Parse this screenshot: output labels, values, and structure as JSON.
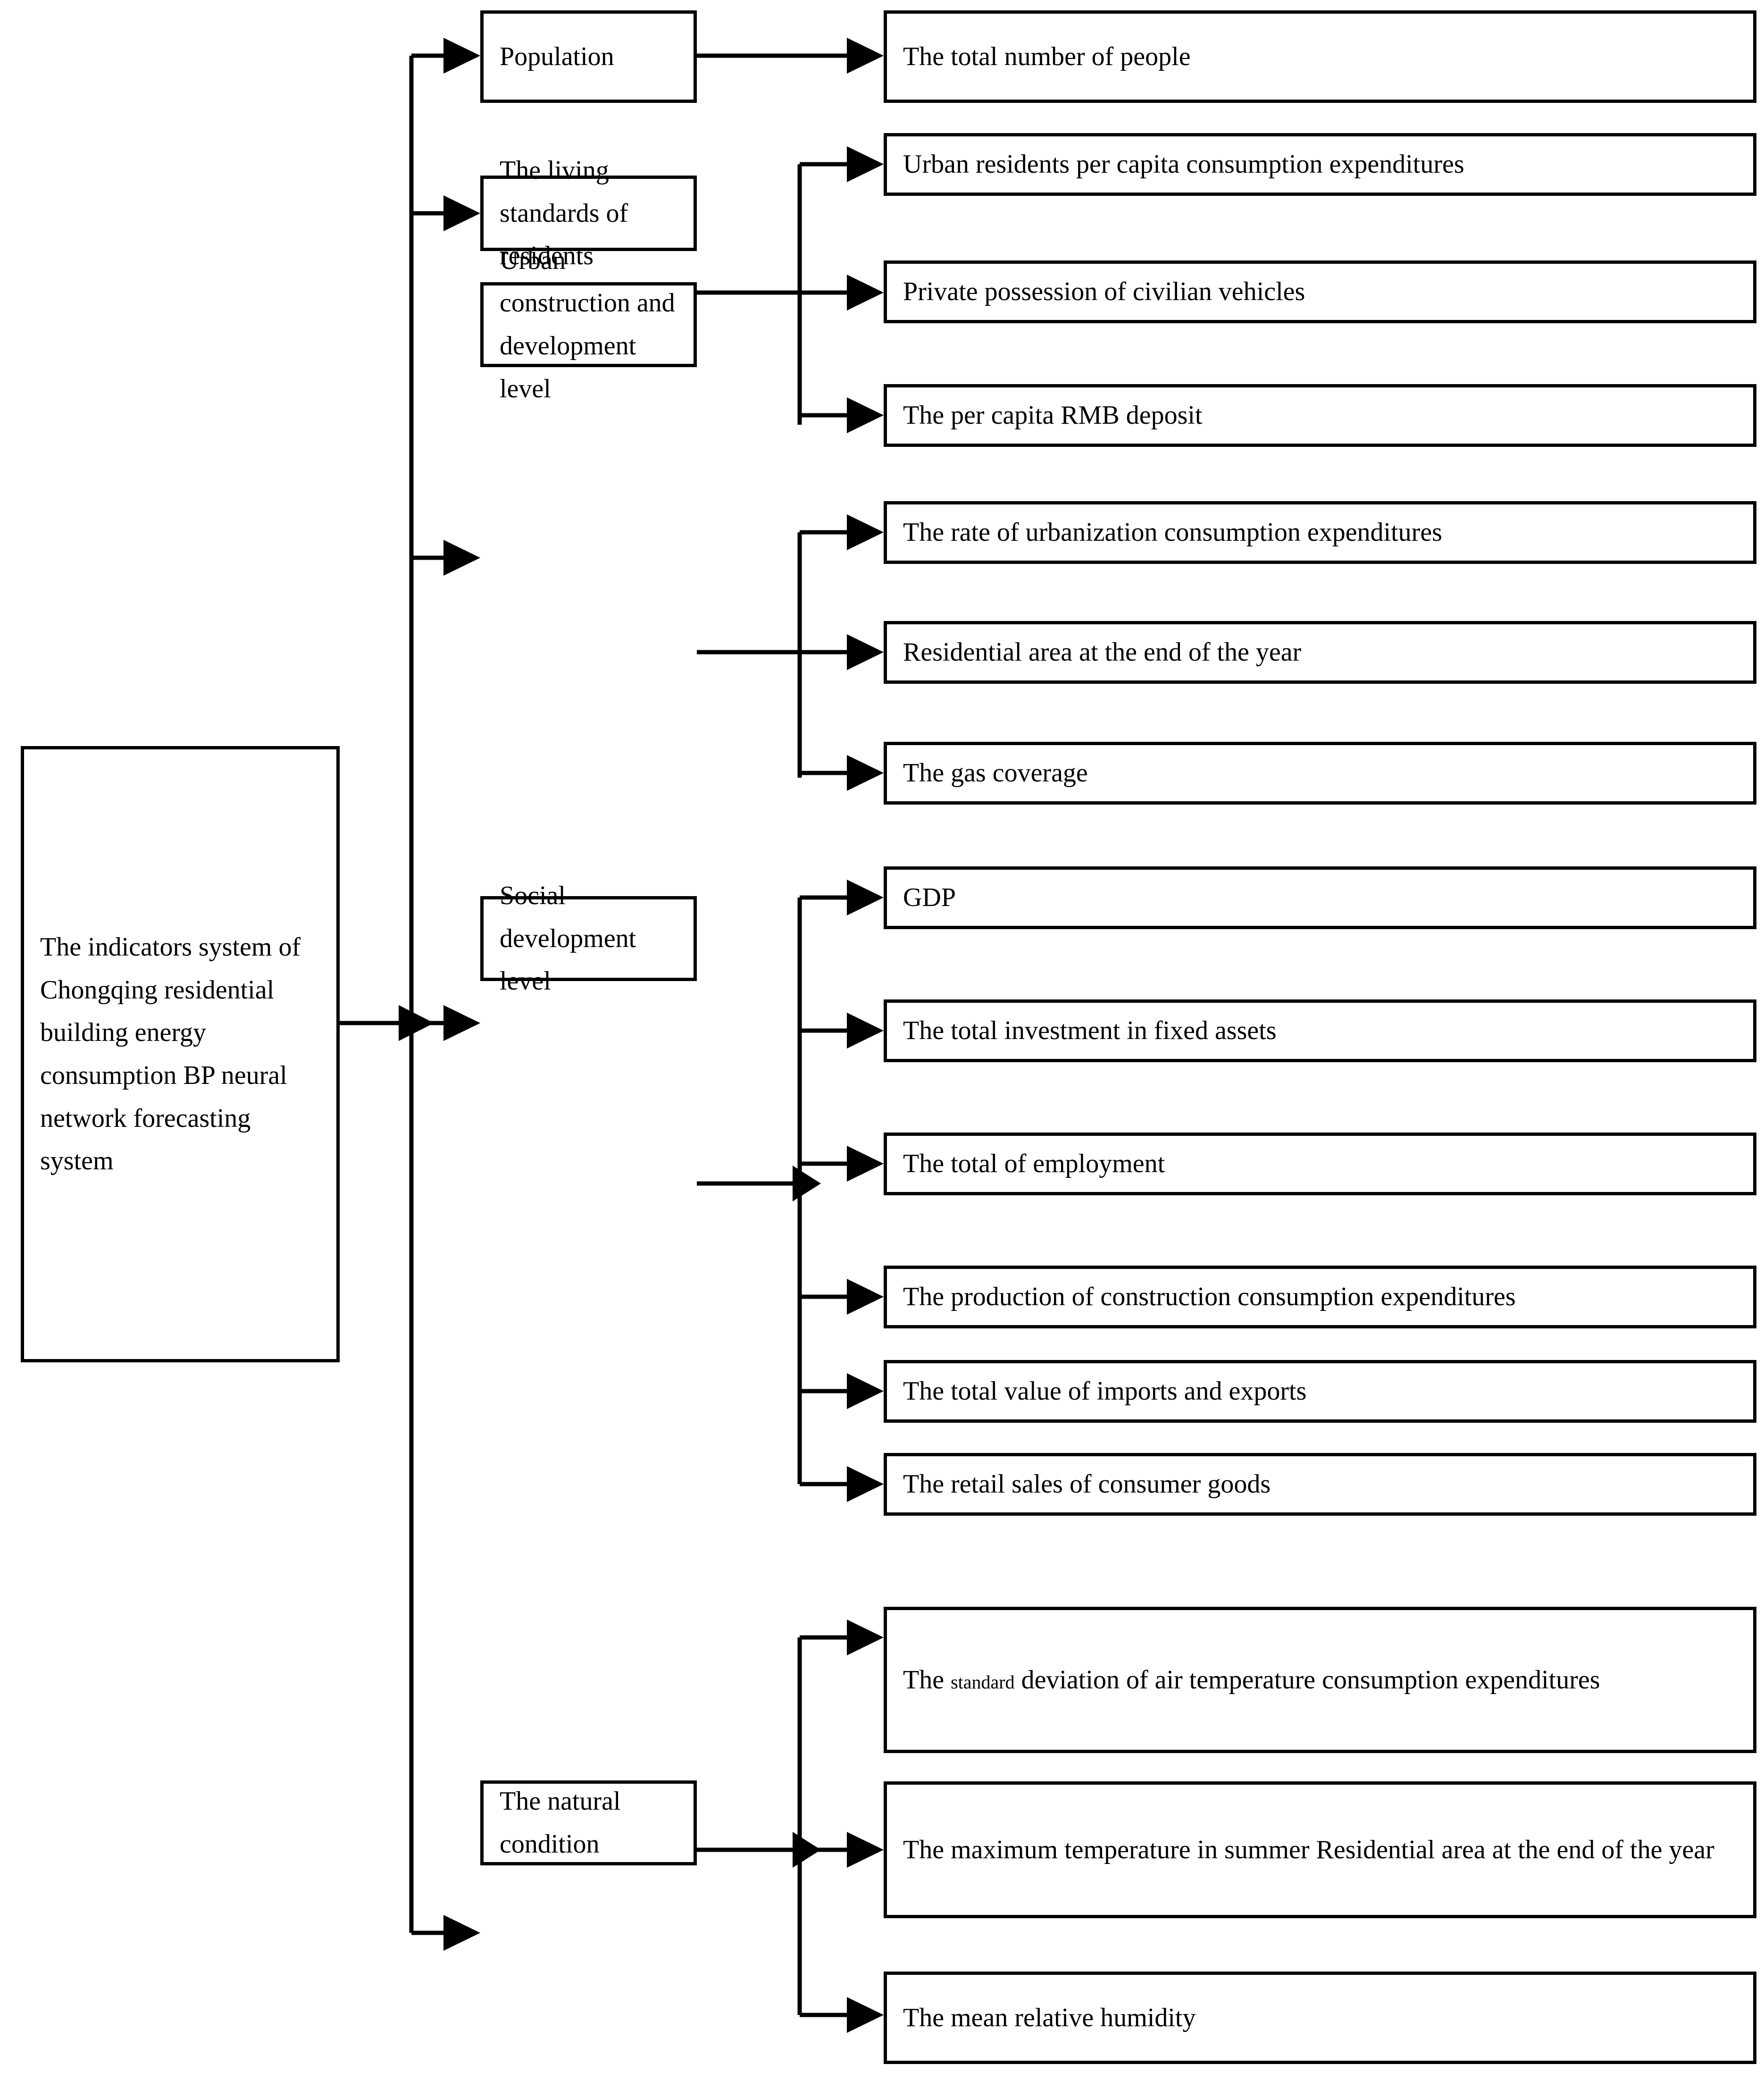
{
  "diagram": {
    "title_text": "The indicators system of Chongqing residential building energy consumption BP neural network forecasting system",
    "type": "tree-hierarchy",
    "root": {
      "label": "The indicators system of Chongqing residential building energy consumption BP neural network forecasting system"
    },
    "categories": [
      {
        "label": "Population",
        "indicators": [
          {
            "label": "The total number of people"
          }
        ]
      },
      {
        "label": "The living standards of residents",
        "indicators": [
          {
            "label": "Urban residents per capita consumption expenditures"
          },
          {
            "label": "Private possession of civilian vehicles"
          },
          {
            "label": "The per capita RMB deposit"
          }
        ]
      },
      {
        "label": "Urban construction and development level",
        "indicators": [
          {
            "label": "The rate of urbanization consumption expenditures"
          },
          {
            "label": "Residential area at the end of the year"
          },
          {
            "label": "The gas coverage"
          }
        ]
      },
      {
        "label": "Social development level",
        "indicators": [
          {
            "label": "GDP"
          },
          {
            "label": "The total investment in fixed assets"
          },
          {
            "label": "The total of employment"
          },
          {
            "label": "The production of construction consumption expenditures"
          },
          {
            "label": "The total value of imports and exports"
          },
          {
            "label": "The retail sales of consumer goods"
          }
        ]
      },
      {
        "label": "The natural condition",
        "indicators": [
          {
            "label_prefix": "The ",
            "label_small": "standard",
            "label_suffix": " deviation of air temperature consumption expenditures"
          },
          {
            "label": "The maximum temperature in summer Residential area at the end of the year"
          },
          {
            "label": "The mean relative humidity"
          }
        ]
      }
    ],
    "colors": {
      "stroke": "#000000",
      "fill": "#ffffff",
      "text": "#000000"
    }
  }
}
